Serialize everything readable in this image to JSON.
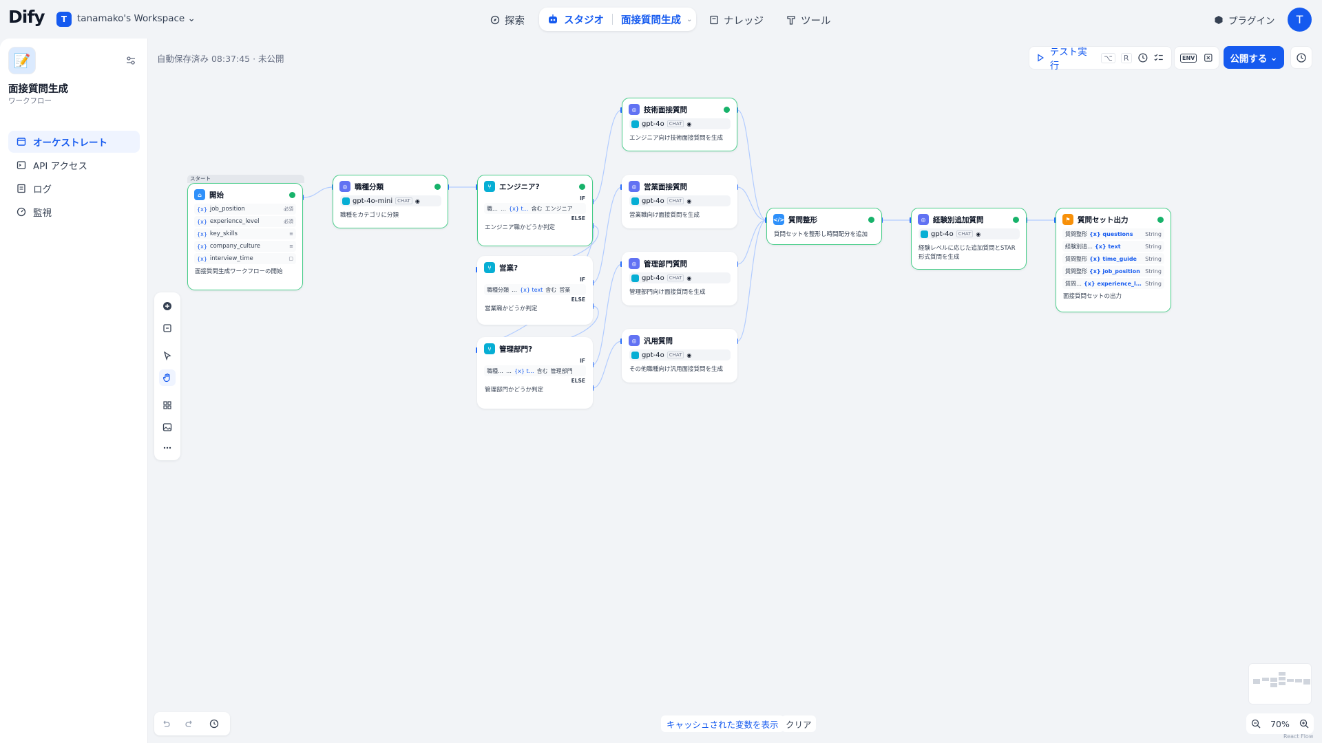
{
  "header": {
    "logo": "Dify",
    "workspace_initial": "T",
    "workspace_name": "tanamako's Workspace",
    "nav": {
      "explore": "探索",
      "studio": "スタジオ",
      "current_app": "面接質問生成",
      "knowledge": "ナレッジ",
      "tools": "ツール",
      "plugins": "プラグイン"
    },
    "avatar_initial": "T"
  },
  "sidebar": {
    "app_icon": "📝",
    "app_name": "面接質問生成",
    "app_type": "ワークフロー",
    "items": [
      {
        "label": "オーケストレート",
        "icon": "layout-icon",
        "active": true
      },
      {
        "label": "API アクセス",
        "icon": "terminal-icon",
        "active": false
      },
      {
        "label": "ログ",
        "icon": "file-list-icon",
        "active": false
      },
      {
        "label": "監視",
        "icon": "dashboard-icon",
        "active": false
      }
    ]
  },
  "toolbar": {
    "autosave": "自動保存済み 08:37:45 · 未公開",
    "test_run": "テスト実行",
    "test_run_shortcut_1": "⌥",
    "test_run_shortcut_2": "R",
    "env": "ENV",
    "publish": "公開する"
  },
  "nodes": {
    "start": {
      "tag": "スタート",
      "title": "開始",
      "vars": [
        {
          "name": "job_position",
          "req": "必須"
        },
        {
          "name": "experience_level",
          "req": "必須"
        },
        {
          "name": "key_skills",
          "req": ""
        },
        {
          "name": "company_culture",
          "req": ""
        },
        {
          "name": "interview_time",
          "req": ""
        }
      ],
      "desc": "面接質問生成ワークフローの開始"
    },
    "classify": {
      "title": "職種分類",
      "model": "gpt-4o-mini",
      "tag": "CHAT",
      "desc": "職種をカテゴリに分類"
    },
    "if_engineer": {
      "title": "エンジニア?",
      "if": "IF",
      "else": "ELSE",
      "cond_left": "職…",
      "cond_var": "{x} t…",
      "op": "含む",
      "value": "エンジニア",
      "desc": "エンジニア職かどうか判定"
    },
    "if_sales": {
      "title": "営業?",
      "if": "IF",
      "else": "ELSE",
      "cond_left": "職種分類",
      "cond_var": "{x} text",
      "op": "含む",
      "value": "営業",
      "desc": "営業職かどうか判定"
    },
    "if_manager": {
      "title": "管理部門?",
      "if": "IF",
      "else": "ELSE",
      "cond_left": "職種…",
      "cond_var": "{x} t…",
      "op": "含む",
      "value": "管理部門",
      "desc": "管理部門かどうか判定"
    },
    "tech": {
      "title": "技術面接質問",
      "model": "gpt-4o",
      "tag": "CHAT",
      "desc": "エンジニア向け技術面接質問を生成"
    },
    "sales_q": {
      "title": "営業面接質問",
      "model": "gpt-4o",
      "tag": "CHAT",
      "desc": "営業職向け面接質問を生成"
    },
    "manager_q": {
      "title": "管理部門質問",
      "model": "gpt-4o",
      "tag": "CHAT",
      "desc": "管理部門向け面接質問を生成"
    },
    "general_q": {
      "title": "汎用質問",
      "model": "gpt-4o",
      "tag": "CHAT",
      "desc": "その他職種向け汎用面接質問を生成"
    },
    "format": {
      "title": "質問整形",
      "desc": "質問セットを整形し時間配分を追加"
    },
    "extra": {
      "title": "経験別追加質問",
      "model": "gpt-4o",
      "tag": "CHAT",
      "desc": "経験レベルに応じた追加質問とSTAR形式質問を生成"
    },
    "output": {
      "title": "質問セット出力",
      "rows": [
        {
          "src": "質問整形",
          "var": "{x} questions",
          "type": "String"
        },
        {
          "src": "経験別追…",
          "var": "{x} text",
          "type": "String"
        },
        {
          "src": "質問整形",
          "var": "{x} time_guide",
          "type": "String"
        },
        {
          "src": "質問整形",
          "var": "{x} job_position",
          "type": "String"
        },
        {
          "src": "質問…",
          "var": "{x} experience_l…",
          "type": "String"
        }
      ],
      "desc": "面接質問セットの出力"
    }
  },
  "bottom": {
    "cache": "キャッシュされた変数を表示",
    "clear": "クリア",
    "zoom": "70%",
    "react_flow": "React Flow"
  }
}
